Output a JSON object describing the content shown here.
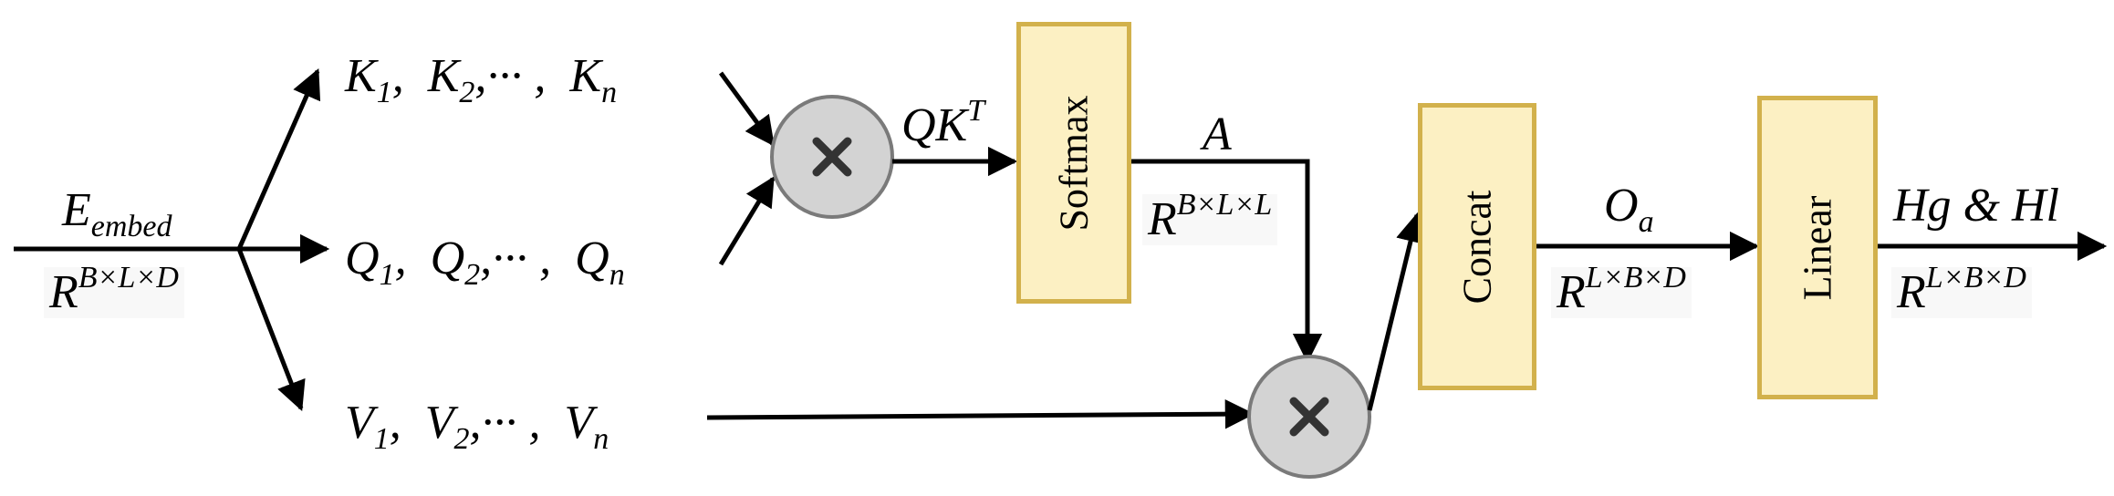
{
  "input": {
    "name": "E",
    "sub": "embed",
    "shape_base": "R",
    "shape_sup": "B×L×D"
  },
  "keys": {
    "label": "K",
    "items": [
      "1",
      "2",
      "n"
    ]
  },
  "queries": {
    "label": "Q",
    "items": [
      "1",
      "2",
      "n"
    ]
  },
  "values": {
    "label": "V",
    "items": [
      "1",
      "2",
      "n"
    ]
  },
  "multiply_symbol": "×",
  "qkt": {
    "base": "QK",
    "sup": "T"
  },
  "softmax": {
    "label": "Softmax"
  },
  "attn": {
    "name": "A",
    "shape_base": "R",
    "shape_sup": "B×L×L"
  },
  "concat": {
    "label": "Concat"
  },
  "oa": {
    "name": "O",
    "sub": "a",
    "shape_base": "R",
    "shape_sup": "L×B×D"
  },
  "linear": {
    "label": "Linear"
  },
  "output": {
    "name": "Hg & Hl",
    "shape_base": "R",
    "shape_sup": "L×B×D"
  },
  "colors": {
    "box_fill": "#fcf0c3",
    "box_border": "#d2b14c",
    "circle_fill": "#d3d3d3",
    "circle_border": "#7a7a7a",
    "cross": "#333333",
    "line": "#000000"
  }
}
